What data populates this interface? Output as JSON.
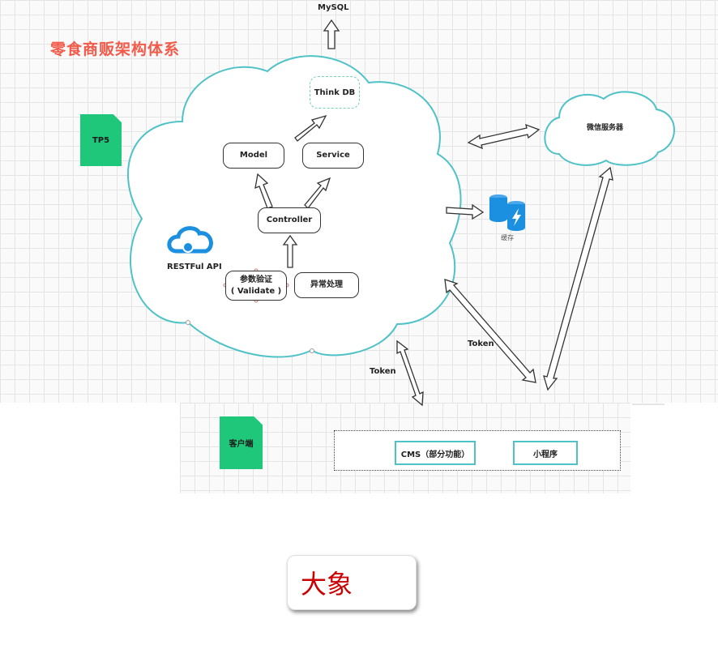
{
  "title": "零食商贩架构体系",
  "labels": {
    "mysql": "MySQL",
    "think_db": "Think DB",
    "model": "Model",
    "service": "Service",
    "controller": "Controller",
    "validate_line1": "参数验证",
    "validate_line2": "( Validate )",
    "exception": "异常处理",
    "restful": "RESTFul API",
    "tp5": "TP5",
    "wechat_server": "微信服务器",
    "cache": "缓存",
    "token_left": "Token",
    "token_right": "Token",
    "client": "客户端",
    "cms": "CMS（部分功能）",
    "mini_program": "小程序"
  },
  "watermark": "大象",
  "colors": {
    "title": "#f25a4a",
    "cloud_stroke": "#4fc2c8",
    "doc_green": "#1fc77a",
    "cache_blue": "#1b8fe0",
    "watermark": "#cc0000"
  },
  "icons": {
    "restful": "cloud-api-icon",
    "cache": "database-bolt-icon",
    "documents": "document-icon"
  }
}
